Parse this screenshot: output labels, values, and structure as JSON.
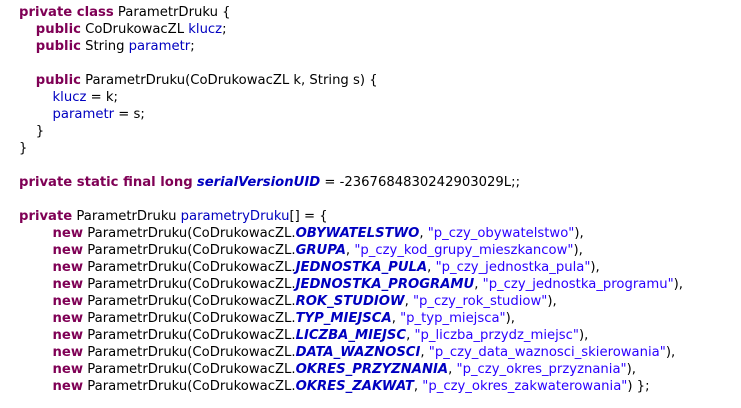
{
  "editor": {
    "language": "Java",
    "colors": {
      "keyword": "#7f0055",
      "field": "#0000c0",
      "string": "#2a00ff",
      "text": "#000000",
      "background": "#ffffff"
    },
    "lines": [
      [
        {
          "t": "kw",
          "v": "private class"
        },
        {
          "t": "txt",
          "v": " ParametrDruku {"
        }
      ],
      [
        {
          "t": "txt",
          "v": "    "
        },
        {
          "t": "kw",
          "v": "public"
        },
        {
          "t": "txt",
          "v": " CoDrukowacZL "
        },
        {
          "t": "fld",
          "v": "klucz"
        },
        {
          "t": "txt",
          "v": ";"
        }
      ],
      [
        {
          "t": "txt",
          "v": "    "
        },
        {
          "t": "kw",
          "v": "public"
        },
        {
          "t": "txt",
          "v": " String "
        },
        {
          "t": "fld",
          "v": "parametr"
        },
        {
          "t": "txt",
          "v": ";"
        }
      ],
      [],
      [
        {
          "t": "txt",
          "v": "    "
        },
        {
          "t": "kw",
          "v": "public"
        },
        {
          "t": "txt",
          "v": " ParametrDruku(CoDrukowacZL k, String s) {"
        }
      ],
      [
        {
          "t": "txt",
          "v": "        "
        },
        {
          "t": "fld",
          "v": "klucz"
        },
        {
          "t": "txt",
          "v": " = k;"
        }
      ],
      [
        {
          "t": "txt",
          "v": "        "
        },
        {
          "t": "fld",
          "v": "parametr"
        },
        {
          "t": "txt",
          "v": " = s;"
        }
      ],
      [
        {
          "t": "txt",
          "v": "    }"
        }
      ],
      [
        {
          "t": "txt",
          "v": "}"
        }
      ],
      [],
      [
        {
          "t": "kw",
          "v": "private static final long"
        },
        {
          "t": "txt",
          "v": " "
        },
        {
          "t": "sfld",
          "v": "serialVersionUID"
        },
        {
          "t": "txt",
          "v": " = -2367684830242903029L;;"
        }
      ],
      [],
      [
        {
          "t": "kw",
          "v": "private"
        },
        {
          "t": "txt",
          "v": " ParametrDruku "
        },
        {
          "t": "fld",
          "v": "parametryDruku"
        },
        {
          "t": "txt",
          "v": "[] = {"
        }
      ],
      [
        {
          "t": "txt",
          "v": "        "
        },
        {
          "t": "kw",
          "v": "new"
        },
        {
          "t": "txt",
          "v": " ParametrDruku(CoDrukowacZL."
        },
        {
          "t": "sfld",
          "v": "OBYWATELSTWO"
        },
        {
          "t": "txt",
          "v": ", "
        },
        {
          "t": "str",
          "v": "\"p_czy_obywatelstwo\""
        },
        {
          "t": "txt",
          "v": "),"
        }
      ],
      [
        {
          "t": "txt",
          "v": "        "
        },
        {
          "t": "kw",
          "v": "new"
        },
        {
          "t": "txt",
          "v": " ParametrDruku(CoDrukowacZL."
        },
        {
          "t": "sfld",
          "v": "GRUPA"
        },
        {
          "t": "txt",
          "v": ", "
        },
        {
          "t": "str",
          "v": "\"p_czy_kod_grupy_mieszkancow\""
        },
        {
          "t": "txt",
          "v": "),"
        }
      ],
      [
        {
          "t": "txt",
          "v": "        "
        },
        {
          "t": "kw",
          "v": "new"
        },
        {
          "t": "txt",
          "v": " ParametrDruku(CoDrukowacZL."
        },
        {
          "t": "sfld",
          "v": "JEDNOSTKA_PULA"
        },
        {
          "t": "txt",
          "v": ", "
        },
        {
          "t": "str",
          "v": "\"p_czy_jednostka_pula\""
        },
        {
          "t": "txt",
          "v": "),"
        }
      ],
      [
        {
          "t": "txt",
          "v": "        "
        },
        {
          "t": "kw",
          "v": "new"
        },
        {
          "t": "txt",
          "v": " ParametrDruku(CoDrukowacZL."
        },
        {
          "t": "sfld",
          "v": "JEDNOSTKA_PROGRAMU"
        },
        {
          "t": "txt",
          "v": ", "
        },
        {
          "t": "str",
          "v": "\"p_czy_jednostka_programu\""
        },
        {
          "t": "txt",
          "v": "),"
        }
      ],
      [
        {
          "t": "txt",
          "v": "        "
        },
        {
          "t": "kw",
          "v": "new"
        },
        {
          "t": "txt",
          "v": " ParametrDruku(CoDrukowacZL."
        },
        {
          "t": "sfld",
          "v": "ROK_STUDIOW"
        },
        {
          "t": "txt",
          "v": ", "
        },
        {
          "t": "str",
          "v": "\"p_czy_rok_studiow\""
        },
        {
          "t": "txt",
          "v": "),"
        }
      ],
      [
        {
          "t": "txt",
          "v": "        "
        },
        {
          "t": "kw",
          "v": "new"
        },
        {
          "t": "txt",
          "v": " ParametrDruku(CoDrukowacZL."
        },
        {
          "t": "sfld",
          "v": "TYP_MIEJSCA"
        },
        {
          "t": "txt",
          "v": ", "
        },
        {
          "t": "str",
          "v": "\"p_typ_miejsca\""
        },
        {
          "t": "txt",
          "v": "),"
        }
      ],
      [
        {
          "t": "txt",
          "v": "        "
        },
        {
          "t": "kw",
          "v": "new"
        },
        {
          "t": "txt",
          "v": " ParametrDruku(CoDrukowacZL."
        },
        {
          "t": "sfld",
          "v": "LICZBA_MIEJSC"
        },
        {
          "t": "txt",
          "v": ", "
        },
        {
          "t": "str",
          "v": "\"p_liczba_przydz_miejsc\""
        },
        {
          "t": "txt",
          "v": "),"
        }
      ],
      [
        {
          "t": "txt",
          "v": "        "
        },
        {
          "t": "kw",
          "v": "new"
        },
        {
          "t": "txt",
          "v": " ParametrDruku(CoDrukowacZL."
        },
        {
          "t": "sfld",
          "v": "DATA_WAZNOSCI"
        },
        {
          "t": "txt",
          "v": ", "
        },
        {
          "t": "str",
          "v": "\"p_czy_data_waznosci_skierowania\""
        },
        {
          "t": "txt",
          "v": "),"
        }
      ],
      [
        {
          "t": "txt",
          "v": "        "
        },
        {
          "t": "kw",
          "v": "new"
        },
        {
          "t": "txt",
          "v": " ParametrDruku(CoDrukowacZL."
        },
        {
          "t": "sfld",
          "v": "OKRES_PRZYZNANIA"
        },
        {
          "t": "txt",
          "v": ", "
        },
        {
          "t": "str",
          "v": "\"p_czy_okres_przyznania\""
        },
        {
          "t": "txt",
          "v": "),"
        }
      ],
      [
        {
          "t": "txt",
          "v": "        "
        },
        {
          "t": "kw",
          "v": "new"
        },
        {
          "t": "txt",
          "v": " ParametrDruku(CoDrukowacZL."
        },
        {
          "t": "sfld",
          "v": "OKRES_ZAKWAT"
        },
        {
          "t": "txt",
          "v": ", "
        },
        {
          "t": "str",
          "v": "\"p_czy_okres_zakwaterowania\""
        },
        {
          "t": "txt",
          "v": ") };"
        }
      ]
    ]
  }
}
